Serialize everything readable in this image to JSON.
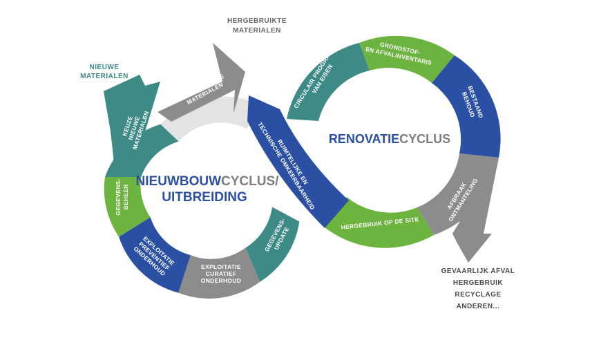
{
  "colors": {
    "green": "#6cb33f",
    "blue": "#2b4fa3",
    "teal": "#3d8a86",
    "grey": "#8c8c8c",
    "light_grey": "#e3e3e3",
    "title_blue": "#2b4fa3",
    "title_grey": "#7d7d7d",
    "text_dark": "#4a4a4a",
    "text_teal": "#3d8a86"
  },
  "nieuwbouw": {
    "title_part1": "NIEUWBOUW",
    "title_part2": "CYCLUS/",
    "title_line2": "UITBREIDING",
    "segments": {
      "keuze_nieuwe": [
        "KEUZE",
        "NIEUWE",
        "MATERIALEN"
      ],
      "gegevensbeheer": [
        "GEGEVENS-",
        "BEHEER"
      ],
      "exploitatie_preventief": [
        "EXPLOITATIE",
        "PREVENTIEF",
        "ONDERHOUD"
      ],
      "exploitatie_curatief": [
        "EXPLOITATIE",
        "CURATIEF",
        "ONDERHOUD"
      ],
      "gegevens_update": [
        "GEGEVENS-",
        "UPDATE"
      ],
      "keuze_hergebruikte": [
        "KEUZE",
        "HERGEBRUIKTE",
        "MATERIALEN"
      ]
    }
  },
  "renovatie": {
    "title_part1": "RENOVATIE",
    "title_part2": "CYCLUS",
    "segments": {
      "circulair_programma": [
        "CIRCULAIR PROGRAMMA",
        "VAN EISEN"
      ],
      "grondstof": [
        "GRONDSTOF-",
        "EN AFVALINVENTARIS"
      ],
      "bestaand_behoud": [
        "BESTAAND",
        "BEHOUD"
      ],
      "afbraak": [
        "AFBRAAK",
        "ONTMANTELING"
      ],
      "hergebruik_site": [
        "HERGEBRUIK OP DE SITE"
      ]
    }
  },
  "bridge": [
    "RUIMTELIJKE EN",
    "TECHNISCHE OMKEERBAARHEID"
  ],
  "external": {
    "hergebruikte_materialen": [
      "HERGEBRUIKTE",
      "MATERIALEN"
    ],
    "nieuwe_materialen": [
      "NIEUWE",
      "MATERIALEN"
    ],
    "outputs": [
      "GEVAARLIJK AFVAL",
      "HERGEBRUIK",
      "RECYCLAGE",
      "ANDEREN..."
    ]
  }
}
